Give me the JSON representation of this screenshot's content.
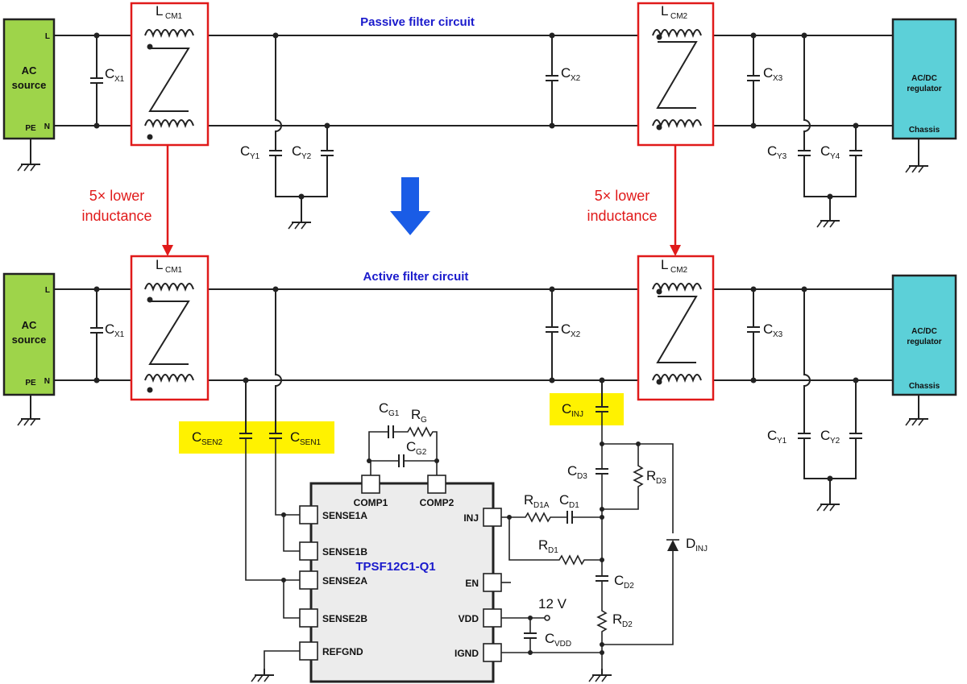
{
  "passive": {
    "title": "Passive filter circuit",
    "ac_source": {
      "line1": "AC",
      "line2": "source",
      "pe": "PE",
      "l": "L",
      "n": "N"
    },
    "regulator": {
      "line1": "AC/DC",
      "line2": "regulator",
      "chassis": "Chassis"
    },
    "lcm1": {
      "main": "L",
      "sub": "CM1"
    },
    "lcm2": {
      "main": "L",
      "sub": "CM2"
    },
    "cx1": {
      "main": "C",
      "sub": "X1"
    },
    "cx2": {
      "main": "C",
      "sub": "X2"
    },
    "cx3": {
      "main": "C",
      "sub": "X3"
    },
    "cy1": {
      "main": "C",
      "sub": "Y1"
    },
    "cy2": {
      "main": "C",
      "sub": "Y2"
    },
    "cy3": {
      "main": "C",
      "sub": "Y3"
    },
    "cy4": {
      "main": "C",
      "sub": "Y4"
    }
  },
  "annotations": {
    "left_line1": "5× lower",
    "left_line2": "inductance",
    "right_line1": "5× lower",
    "right_line2": "inductance",
    "arrow_icon": "down-arrow-icon"
  },
  "active": {
    "title": "Active filter circuit",
    "ac_source": {
      "line1": "AC",
      "line2": "source",
      "pe": "PE",
      "l": "L",
      "n": "N"
    },
    "regulator": {
      "line1": "AC/DC",
      "line2": "regulator",
      "chassis": "Chassis"
    },
    "lcm1": {
      "main": "L",
      "sub": "CM1"
    },
    "lcm2": {
      "main": "L",
      "sub": "CM2"
    },
    "cx1": {
      "main": "C",
      "sub": "X1"
    },
    "cx2": {
      "main": "C",
      "sub": "X2"
    },
    "cx3": {
      "main": "C",
      "sub": "X3"
    },
    "cy1": {
      "main": "C",
      "sub": "Y1"
    },
    "cy2": {
      "main": "C",
      "sub": "Y2"
    },
    "csen2": {
      "main": "C",
      "sub": "SEN2"
    },
    "csen1": {
      "main": "C",
      "sub": "SEN1"
    },
    "cinj": {
      "main": "C",
      "sub": "INJ"
    },
    "cg1": {
      "main": "C",
      "sub": "G1"
    },
    "rg": {
      "main": "R",
      "sub": "G"
    },
    "cg2": {
      "main": "C",
      "sub": "G2"
    },
    "cd3": {
      "main": "C",
      "sub": "D3"
    },
    "rd3": {
      "main": "R",
      "sub": "D3"
    },
    "rd1a": {
      "main": "R",
      "sub": "D1A"
    },
    "cd1": {
      "main": "C",
      "sub": "D1"
    },
    "rd1": {
      "main": "R",
      "sub": "D1"
    },
    "cd2": {
      "main": "C",
      "sub": "D2"
    },
    "rd2": {
      "main": "R",
      "sub": "D2"
    },
    "dinj": {
      "main": "D",
      "sub": "INJ"
    },
    "cvdd": {
      "main": "C",
      "sub": "VDD"
    },
    "supply": "12 V"
  },
  "chip": {
    "name": "TPSF12C1-Q1",
    "pins": {
      "comp1": "COMP1",
      "comp2": "COMP2",
      "sense1a": "SENSE1A",
      "sense1b": "SENSE1B",
      "sense2a": "SENSE2A",
      "sense2b": "SENSE2B",
      "refgnd": "REFGND",
      "inj": "INJ",
      "en": "EN",
      "vdd": "VDD",
      "ignd": "IGND"
    }
  },
  "colors": {
    "source_fill": "#9ed44a",
    "regulator_fill": "#5cd0d8",
    "highlight_box": "#e01a1a",
    "highlight_fill": "#fff200",
    "title_text": "#1a1acc",
    "chip_fill": "#ececec"
  }
}
